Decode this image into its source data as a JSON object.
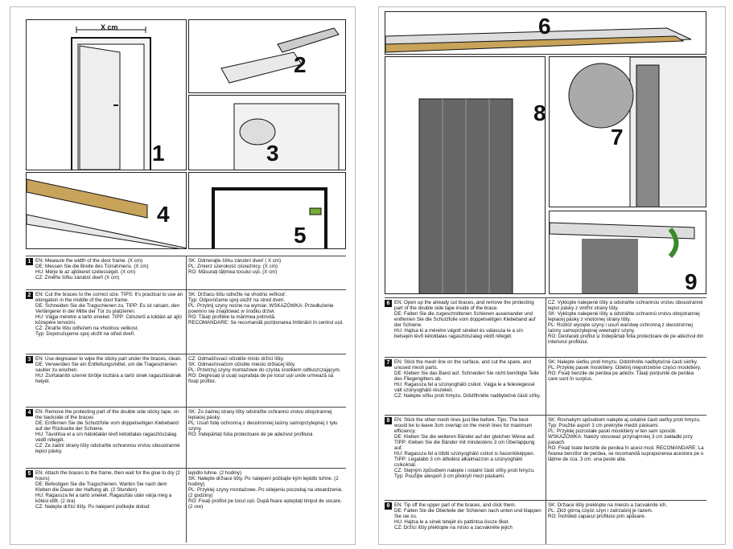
{
  "figures": {
    "f1": "1",
    "f2": "2",
    "f3": "3",
    "f4": "4",
    "f5": "5",
    "f6": "6",
    "f7": "7",
    "f8": "8",
    "f9": "9",
    "xcm": "X cm"
  },
  "steps": [
    {
      "n": "1",
      "left": [
        "EN: Measure the width of the door frame. (X cm)",
        "DE: Messen Sie die Breite des Türrahmens. (X cm)",
        "HU: Mérje le az ajtókeret szélességét. (X cm)",
        "CZ: Změřte šířku zárubní dveří (X cm)"
      ],
      "right": [
        "SK: Odmerajte šírku zárubní dverí ( X cm)",
        "PL: Zmierz szerokość ościeżnicy. (X cm)",
        "RO: Măsurați lățimea tocului ușii. (X cm)"
      ]
    },
    {
      "n": "2",
      "left": [
        "EN: Cut the braces to the correct size. TIPS: It's practical to use an elongation in the middle of the door frame.",
        "DE: Schneiden Sie die Tragschienen zu. TIPP: Es ist ratsam, den Verlängerer in der Mitte der Tür zu platzieren.",
        "HU: Vágja méretre a tartó sineket. TIPP: Célszerű a toldást az ajtó közepére tervezni.",
        "CZ: Zkraťte lištu odřezem na vhodnou velikost.",
        "Typ: Doporučujeme spoj uložit na střed dveří."
      ],
      "right": [
        "SK: Držiacu lištu odrežte na vhodnú veľkosť.",
        "Typ: Odporúčame spoj uložiť na stred dverí.",
        "PL: Przytnij szyny nośne na wymiar. WSKAZÓWKA: Przedłużenie powinno się znajdować w środku drzwi.",
        "RO: Tăiați profilele la mărimea potrivită.",
        "RECOMANDARE: Se recomandă poziționarea îmbinării în centrul ușii."
      ]
    },
    {
      "n": "3",
      "left": [
        "EN: Use degreaser to wipe the sticky part under the braces, clean.",
        "DE: Verwenden Sie ein Entfettungsmittel, um die Trageschienen sauber zu wischen.",
        "HU: Zsírtalanító szerrel törölje tisztára a tartó sinek ragasztásának helyét."
      ],
      "right": [
        "CZ: Odmašťovací očistěte místo držící lišty.",
        "SK: Odmasťovačom očistite miesto držiacej lišty.",
        "PL: Przetrzyj szyny montażowe do czysta środkiem odtłuszczającym.",
        "RO: Degresați și ucați suprafața de pe tocul ușii unde urmează să fixați profilul."
      ]
    },
    {
      "n": "4",
      "left": [
        "EN: Remove the protecting part of the double side sticky tape, on the backside of the braces",
        "DE: Entfernen Sie die Schutzfolie vom doppelseitigen Klebeband auf der Rückseite der Schiene.",
        "HU: Távolítsa el a sín hátoldalán lévő kétoldalas ragasztószalag védő rétegét.",
        "CZ: Ze zadní strany lišty odstraňte ochrannou vrstvu oboustranné lepicí pásky."
      ],
      "right": [
        "SK: Zo zadnej strany lišty odstráňte ochrannú vrstvu obojstrannej lepiacej pásky.",
        "PL: Usuń folię ochronną z dwustronnej taśmy samoprzylepnej z tyłu szyny.",
        "RO: Îndepărtați folia protectoare de pe adezivul profilului."
      ]
    },
    {
      "n": "5",
      "left": [
        "EN: Attach the braces to the frame, then wait for the glue to dry (2 hours)",
        "DE: Befestigen Sie die Tragschienen. Warten Sie nach dem Kleben die Dauer der Haftung ab. (2 Stunden)",
        "HU: Ragassza fel a tartó sineket. Ragasztás után várja meg a kötési időt. (2 óra)",
        "CZ: Nalepte držící lišty. Po nalepení počkejte dokud"
      ],
      "right": [
        "lepidlo tuhne. (2 hodiny)",
        "SK: Nalepte držiace lišty. Po nalepení počkajte kým lepidlo tuhne. (2 hodiny)",
        "PL: Przyklej szyny montażowe. Po sklejeniu poczekaj na utwardzenie. (2 godziny)",
        "RO: Fixați profilul pe tocul ușii. După fixare așteptați timpul de uscare. (2 ore)"
      ]
    },
    {
      "n": "6",
      "left": [
        "EN: Open up the already cut braces, and remove the protecting part of the double side tape inside of the brace.",
        "DE: Falten Sie die zugeschnittenen Schienen auseinander und entfernen Sie die Schutzfolie vom doppelseitigen Klebeband auf der Schiene.",
        "HU: Hajtsa ki a méretre vágott sineket és válassza le a sín belsején lévő kétoldalas ragasztószalag védő rétegét."
      ],
      "right": [
        "CZ: Vyklopte nalepené lišty a odstraňte ochrannou vrstvu oboustranné lepicí pásky z vnitřní strany lišty.",
        "SK: Vyklopte nalepené lišty a odstráňte ochrannú vrstvu obojstrannej lepiacej pásky z vnútornej strany lišty.",
        "PL: Rozłóż wycięte szyny i usuń warstwę ochronną z dwustronnej taśmy samoprzylepnej wewnątrz szyny.",
        "RO: Desfaceți profilul și îndepărtați folia protectoare de pe adezivul din interiorul profilului."
      ]
    },
    {
      "n": "7",
      "left": [
        "EN: Stick the mesh line on the surface, and cut the spare, and unused mesh parts.",
        "DE: Kleben Sie das Band auf. Schneiden Sie nicht benötigte Teile des Fliegengitters ab.",
        "HU: Ragassza fel a szúnyogháló csíkot. Vágja le a feleslegessé vált szúnyogháló részeket.",
        "CZ: Nalepte síťku proti hmyzu. Odstřihněte nadbytečné části síťky."
      ],
      "right": [
        "SK: Nalepte sieťku proti hmyzu. Odstrihnite nadbytočné časti sieťky.",
        "PL: Przyklej pasek moskitiery. Odetnij niepotrzebne części moskitiery.",
        "RO: Fixați benzile de perdea pe adeziv. Tăiați porțiunile de perdea care sunt în surplus."
      ]
    },
    {
      "n": "8",
      "left": [
        "EN: Stick the other mesh lines just like before. Tips: The best would be to leave 3cm overlap on the mesh lines for maximum efficiency.",
        "DE: Kleben Sie die weiteren Bänder auf der gleichen Weise auf. TIPP: Kleben Sie die Bänder mit mindestens 3 cm Überlappung auf.",
        "HU: Ragassza fel a többi szúnyogháló csíkot is hasonlóképpen. TIPP: Legalább 3 cm átfedést alkalmazzon a szúnyogháló csíkoknál.",
        "CZ: Stejným způsobem nalepte i ostatní části síťky proti hmyzu. Typ: Použijte alespoň 3 cm překrytí mezi páskami."
      ],
      "right": [
        "SK: Rovnakým spôsobom nalepte aj ostatné časti sieťky proti hmyzu. Typ: Použite aspoň 3 cm prekrytie medzi páskami.",
        "PL: Przyklej pozostałe paski moskitiery w ten sam sposób. WSKAZÓWKA: Należy stosować przynajmniej 3 cm zakładki przy pasach.",
        "RO: Fixați toate benzile de perdea în acest mod. RECOMANDARE: La fixarea benzilor de perdea, se recomandă suprapunerea acestora pe o lățime de cca. 3 cm. una peste alta."
      ]
    },
    {
      "n": "9",
      "left": [
        "EN: Tip off the upper part of the braces, and click them.",
        "DE: Falten Sie die Oberteile der Schienen nach unten und klappen Sie sie zu.",
        "HU: Hajtsa le a sínek tetejét és pattintsa össze őket.",
        "CZ: Držící lišty překlopte na místo a zacvakněte jejich"
      ],
      "right": [
        "SK: Držiace lišty preklopte na miesto a zacvaknite ich.",
        "PL: Złóż górną część szyn i zatrzaśnij je razem.",
        "RO: Închideți capacul profilului prin apăsare."
      ]
    }
  ]
}
